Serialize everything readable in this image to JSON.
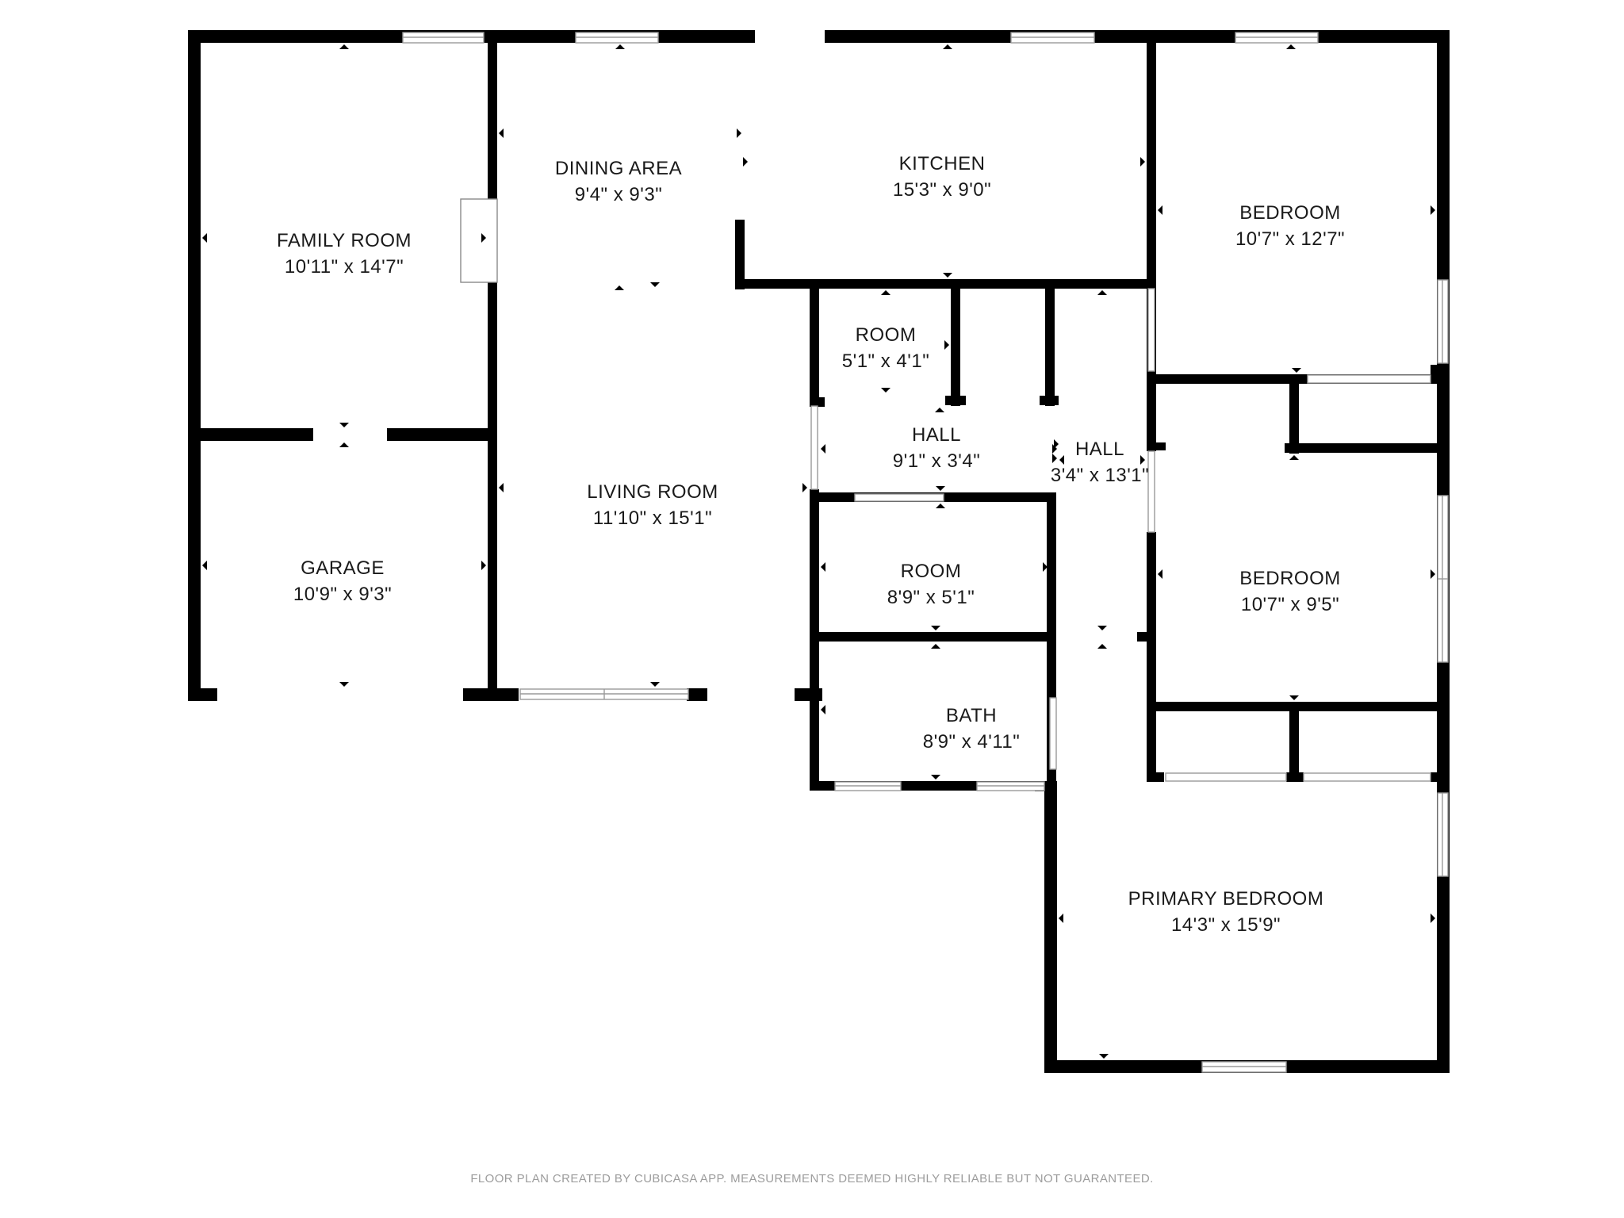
{
  "rooms": [
    {
      "name": "FAMILY ROOM",
      "dims": "10'11\" x 14'7\""
    },
    {
      "name": "DINING AREA",
      "dims": "9'4\" x 9'3\""
    },
    {
      "name": "KITCHEN",
      "dims": "15'3\" x 9'0\""
    },
    {
      "name": "BEDROOM",
      "dims": "10'7\" x 12'7\""
    },
    {
      "name": "ROOM",
      "dims": "5'1\" x 4'1\""
    },
    {
      "name": "HALL",
      "dims": "9'1\" x 3'4\""
    },
    {
      "name": "HALL",
      "dims": "3'4\" x 13'1\""
    },
    {
      "name": "GARAGE",
      "dims": "10'9\" x 9'3\""
    },
    {
      "name": "LIVING ROOM",
      "dims": "11'10\" x 15'1\""
    },
    {
      "name": "ROOM",
      "dims": "8'9\" x 5'1\""
    },
    {
      "name": "BEDROOM",
      "dims": "10'7\" x 9'5\""
    },
    {
      "name": "BATH",
      "dims": "8'9\" x 4'11\""
    },
    {
      "name": "PRIMARY BEDROOM",
      "dims": "14'3\" x 15'9\""
    }
  ],
  "footer": "FLOOR PLAN CREATED BY CUBICASA APP. MEASUREMENTS DEEMED HIGHLY RELIABLE BUT NOT GUARANTEED.",
  "colors": {
    "wall": "#000000",
    "background": "#ffffff",
    "window": "#9a9a9a",
    "footer_text": "#9c9c9c"
  }
}
